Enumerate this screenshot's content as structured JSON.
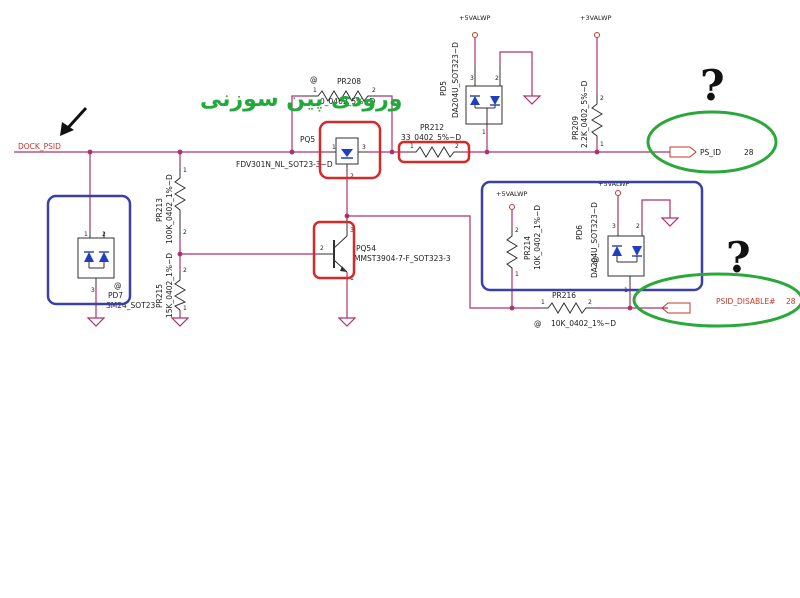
{
  "annotation_text": "ورودی پین سوزنی",
  "question_mark": "?",
  "nets": {
    "dock_psid": "DOCK_PSID",
    "ps_id": "PS_ID",
    "ps_id_page": "28",
    "psid_disable": "PSID_DISABLE#",
    "psid_disable_page": "28",
    "vcc_5valwp_top": "+5VALWP",
    "vcc_3valwp_top": "+3VALWP",
    "vcc_5valwp_box": "+5VALWP",
    "vcc_5valwp_box2": "+5VALWP"
  },
  "components": {
    "pr208": {
      "ref": "PR208",
      "value": "0_0402_5%~D",
      "pin1": "1",
      "pin2": "2",
      "at": "@"
    },
    "pq5": {
      "ref": "PQ5",
      "value": "FDV301N_NL_SOT23-3~D",
      "pin1": "1",
      "pin2": "2",
      "pin3": "3"
    },
    "pr212": {
      "ref": "PR212",
      "value": "33_0402_5%~D",
      "pin1": "1",
      "pin2": "2"
    },
    "pd5": {
      "ref": "PD5",
      "value": "DA204U_SOT323~D",
      "pin1": "1",
      "pin2": "2",
      "pin3": "3"
    },
    "pr209": {
      "ref": "PR209",
      "value": "2.2K_0402_5%~D",
      "pin1": "1",
      "pin2": "2"
    },
    "pr213": {
      "ref": "PR213",
      "value": "100K_0402_1%~D",
      "pin1": "1",
      "pin2": "2"
    },
    "pr215": {
      "ref": "PR215",
      "value": "15K_0402_1%~D",
      "pin1": "1",
      "pin2": "2"
    },
    "pd7": {
      "ref": "PD7",
      "value": "SM24_SOT23",
      "at": "@",
      "pin1": "1",
      "pin2": "2",
      "pin3": "3"
    },
    "pq54": {
      "ref": "PQ54",
      "value": "MMST3904-7-F_SOT323-3",
      "pin1": "1",
      "pin2": "2",
      "pin3": "3"
    },
    "pr214": {
      "ref": "PR214",
      "value": "10K_0402_1%~D",
      "pin1": "1",
      "pin2": "2"
    },
    "pd6": {
      "ref": "PD6",
      "value": "DA204U_SOT323~D",
      "at": "@",
      "pin1": "1",
      "pin2": "2",
      "pin3": "3"
    },
    "pr216": {
      "ref": "PR216",
      "value": "10K_0402_1%~D",
      "at": "@",
      "pin1": "1",
      "pin2": "2"
    }
  },
  "colors": {
    "wire": "#b0306e",
    "red_highlight": "#d42a2a",
    "blue_highlight": "#3b3fa8",
    "green_highlight": "#2aa83a",
    "annotation_green": "#1faa3a"
  }
}
